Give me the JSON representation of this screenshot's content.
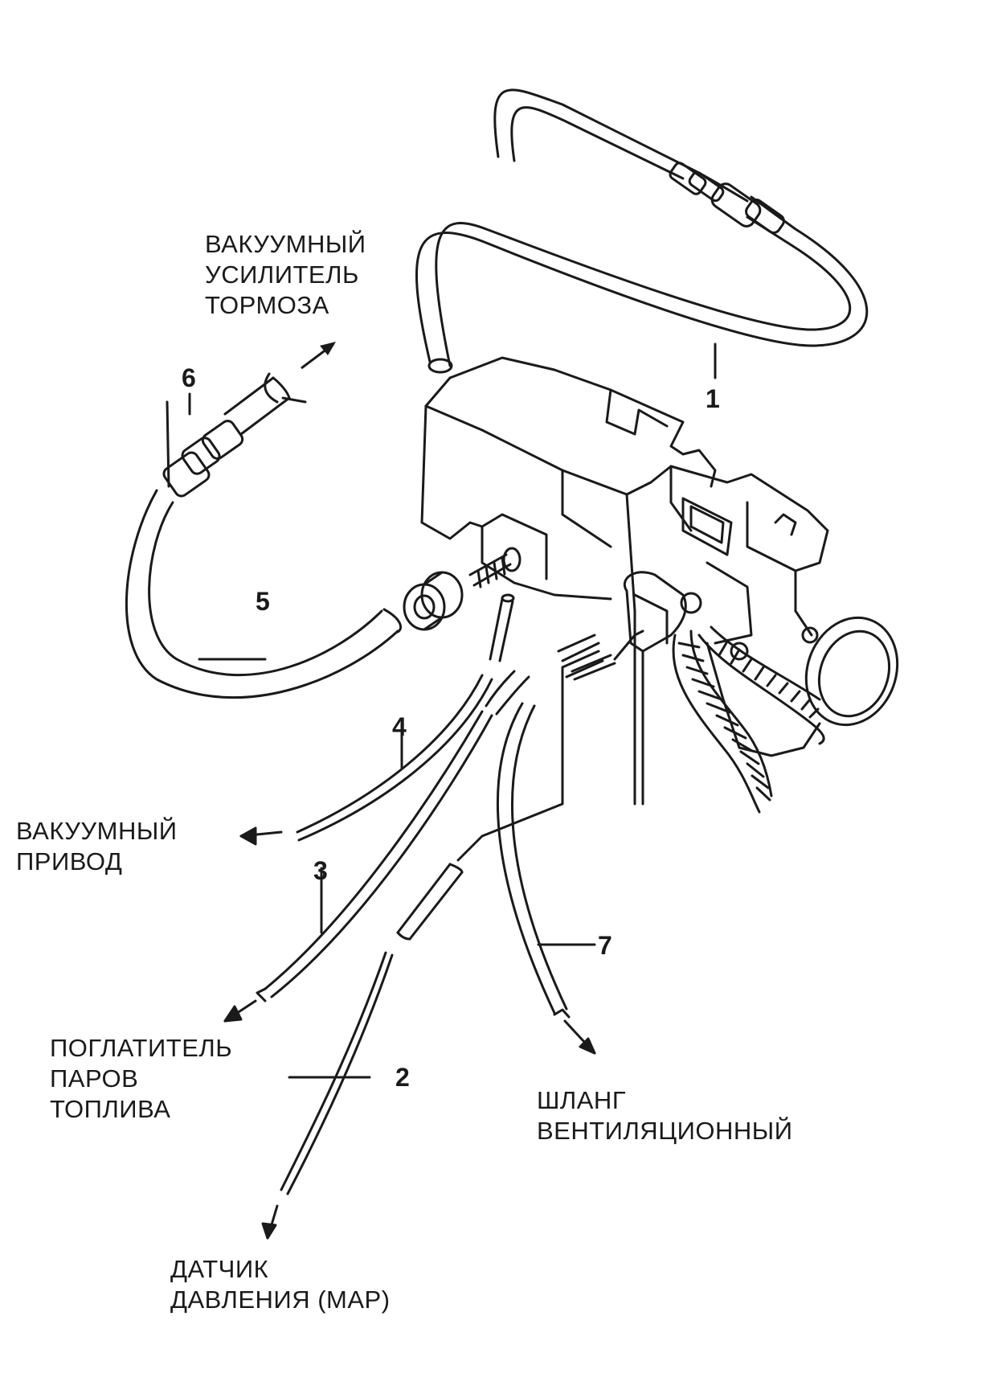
{
  "labels": {
    "brake_booster": [
      "ВАКУУМНЫЙ",
      "УСИЛИТЕЛЬ",
      "ТОРМОЗА"
    ],
    "vacuum_actuator": [
      "ВАКУУМНЫЙ",
      "ПРИВОД"
    ],
    "vapor_canister": [
      "ПОГЛАТИТЕЛЬ",
      "ПАРОВ",
      "ТОПЛИВА"
    ],
    "map_sensor": [
      "ДАТЧИК",
      "ДАВЛЕНИЯ (MAP)"
    ],
    "vent_hose": [
      "ШЛАНГ",
      "ВЕНТИЛЯЦИОННЫЙ"
    ]
  },
  "callouts": [
    "1",
    "2",
    "3",
    "4",
    "5",
    "6",
    "7"
  ],
  "colors": {
    "line": "#1a1a1a",
    "background": "#ffffff"
  }
}
